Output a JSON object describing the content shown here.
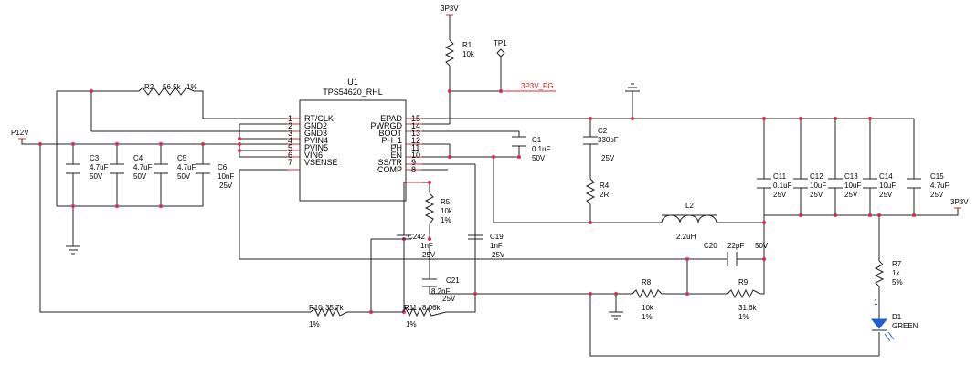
{
  "nets": {
    "p12v": "P12V",
    "p3v3_top": "3P3V",
    "p3v3_right": "3P3V",
    "p3v3_pg": "3P3V_PG"
  },
  "ic": {
    "ref": "U1",
    "part": "TPS54620_RHL",
    "left_pins": [
      {
        "num": "1",
        "name": "RT/CLK"
      },
      {
        "num": "2",
        "name": "GND2"
      },
      {
        "num": "3",
        "name": "GND3"
      },
      {
        "num": "4",
        "name": "PVIN4"
      },
      {
        "num": "5",
        "name": "PVIN5"
      },
      {
        "num": "6",
        "name": "VIN6"
      },
      {
        "num": "7",
        "name": "VSENSE"
      }
    ],
    "right_pins": [
      {
        "num": "15",
        "name": "EPAD"
      },
      {
        "num": "14",
        "name": "PWRGD"
      },
      {
        "num": "13",
        "name": "BOOT"
      },
      {
        "num": "12",
        "name": "PH_1"
      },
      {
        "num": "11",
        "name": "PH"
      },
      {
        "num": "10",
        "name": "EN"
      },
      {
        "num": "9",
        "name": "SS/TR"
      },
      {
        "num": "8",
        "name": "COMP"
      }
    ]
  },
  "components": {
    "R1": {
      "ref": "R1",
      "value": "10k"
    },
    "TP1": {
      "ref": "TP1"
    },
    "R2": {
      "ref": "R2",
      "value": "56.5k",
      "tol": "1%"
    },
    "C3": {
      "ref": "C3",
      "value": "4.7uF",
      "volt": "50V"
    },
    "C4": {
      "ref": "C4",
      "value": "4.7uF",
      "volt": "50V"
    },
    "C5": {
      "ref": "C5",
      "value": "4.7uF",
      "volt": "50V"
    },
    "C6": {
      "ref": "C6",
      "value": "10nF",
      "volt": "25V"
    },
    "C1": {
      "ref": "C1",
      "value": "0.1uF",
      "volt": "50V"
    },
    "C2": {
      "ref": "C2",
      "value": "330pF",
      "volt": "25V"
    },
    "R4": {
      "ref": "R4",
      "value": "2R"
    },
    "L2": {
      "ref": "L2",
      "value": "2.2uH"
    },
    "R5": {
      "ref": "R5",
      "value": "10k",
      "tol": "1%"
    },
    "C242": {
      "ref": "C242",
      "value": "1nF",
      "volt": "25V"
    },
    "C19": {
      "ref": "C19",
      "value": "1nF",
      "volt": "25V"
    },
    "C21": {
      "ref": "C21",
      "value": "8.2nF",
      "volt": "25V"
    },
    "C20": {
      "ref": "C20",
      "value": "22pF",
      "volt": "50V"
    },
    "R8": {
      "ref": "R8",
      "value": "10k",
      "tol": "1%"
    },
    "R9": {
      "ref": "R9",
      "value": "31.6k",
      "tol": "1%"
    },
    "R10": {
      "ref": "R10",
      "value": "35.7k",
      "tol": "1%"
    },
    "R11": {
      "ref": "R11",
      "value": "8.06k",
      "tol": "1%"
    },
    "C11": {
      "ref": "C11",
      "value": "0.1uF",
      "volt": "25V"
    },
    "C12": {
      "ref": "C12",
      "value": "10uF",
      "volt": "25V"
    },
    "C13": {
      "ref": "C13",
      "value": "10uF",
      "volt": "25V"
    },
    "C14": {
      "ref": "C14",
      "value": "10uF",
      "volt": "25V"
    },
    "C15": {
      "ref": "C15",
      "value": "4.7uF",
      "volt": "25V"
    },
    "R7": {
      "ref": "R7",
      "value": "1k",
      "tol": "5%"
    },
    "D1": {
      "ref": "D1",
      "value": "GREEN",
      "pin": "1"
    }
  }
}
